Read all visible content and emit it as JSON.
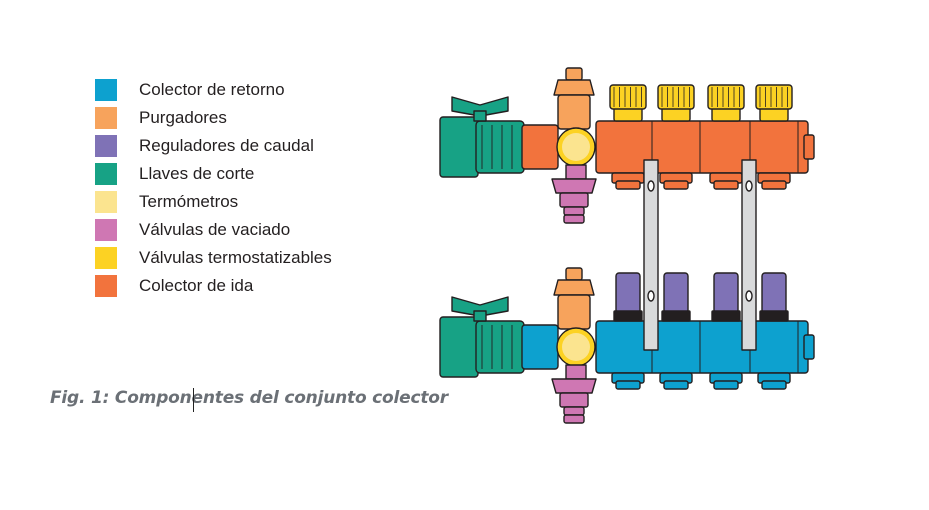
{
  "legend": {
    "items": [
      {
        "label": "Colector de retorno",
        "color": "#0da1cf"
      },
      {
        "label": "Purgadores",
        "color": "#f7a35c"
      },
      {
        "label": "Reguladores de caudal",
        "color": "#7f72b6"
      },
      {
        "label": "Llaves de corte",
        "color": "#17a285"
      },
      {
        "label": "Termómetros",
        "color": "#fbe48f"
      },
      {
        "label": "Válvulas de vaciado",
        "color": "#cf77b3"
      },
      {
        "label": "Válvulas termostatizables",
        "color": "#fcd223"
      },
      {
        "label": "Colector de ida",
        "color": "#f2733d"
      }
    ]
  },
  "caption": "Fig. 1: Componentes del conjunto colector",
  "colors": {
    "outline": "#231f20",
    "return_manifold": "#0da1cf",
    "supply_manifold": "#f2733d",
    "vent": "#f7a35c",
    "flow_regulator": "#7f72b6",
    "shutoff_valve": "#17a285",
    "thermometer": "#fbe48f",
    "drain_valve": "#cf77b3",
    "thermostatic_valve": "#fcd223",
    "bracket": "#d9dadb"
  }
}
